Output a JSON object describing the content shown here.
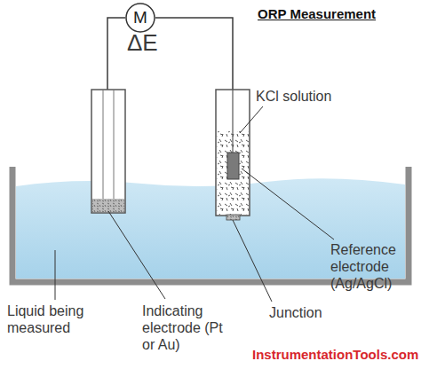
{
  "diagram": {
    "title": "ORP Measurement",
    "nodes": [
      {
        "text": [
          "M"
        ]
      }
    ],
    "labels": [
      "ΔE",
      "KCl solution",
      "Reference electrode (Ag/AgCl)",
      "Liquid being measured",
      "Indicating electrode (Pt or Au)",
      "Junction",
      "InstrumentationTools.com"
    ]
  }
}
